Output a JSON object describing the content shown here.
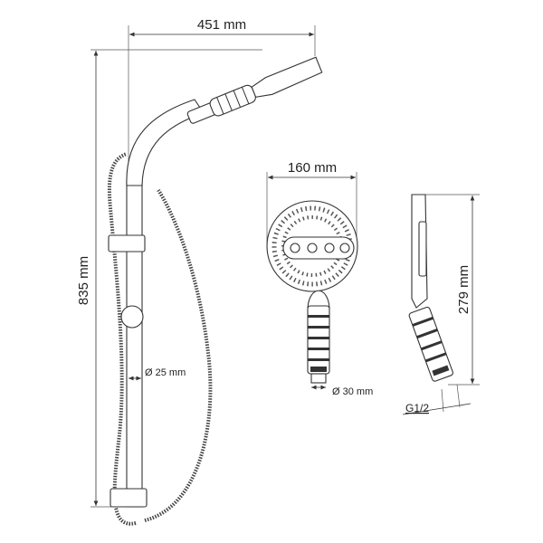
{
  "dimensions": {
    "total_reach": "451 mm",
    "total_height": "835 mm",
    "head_diameter": "160 mm",
    "handshower_length": "279 mm",
    "rail_diameter": "Ø 25 mm",
    "handle_diameter": "Ø 30 mm",
    "thread": "G1/2"
  }
}
